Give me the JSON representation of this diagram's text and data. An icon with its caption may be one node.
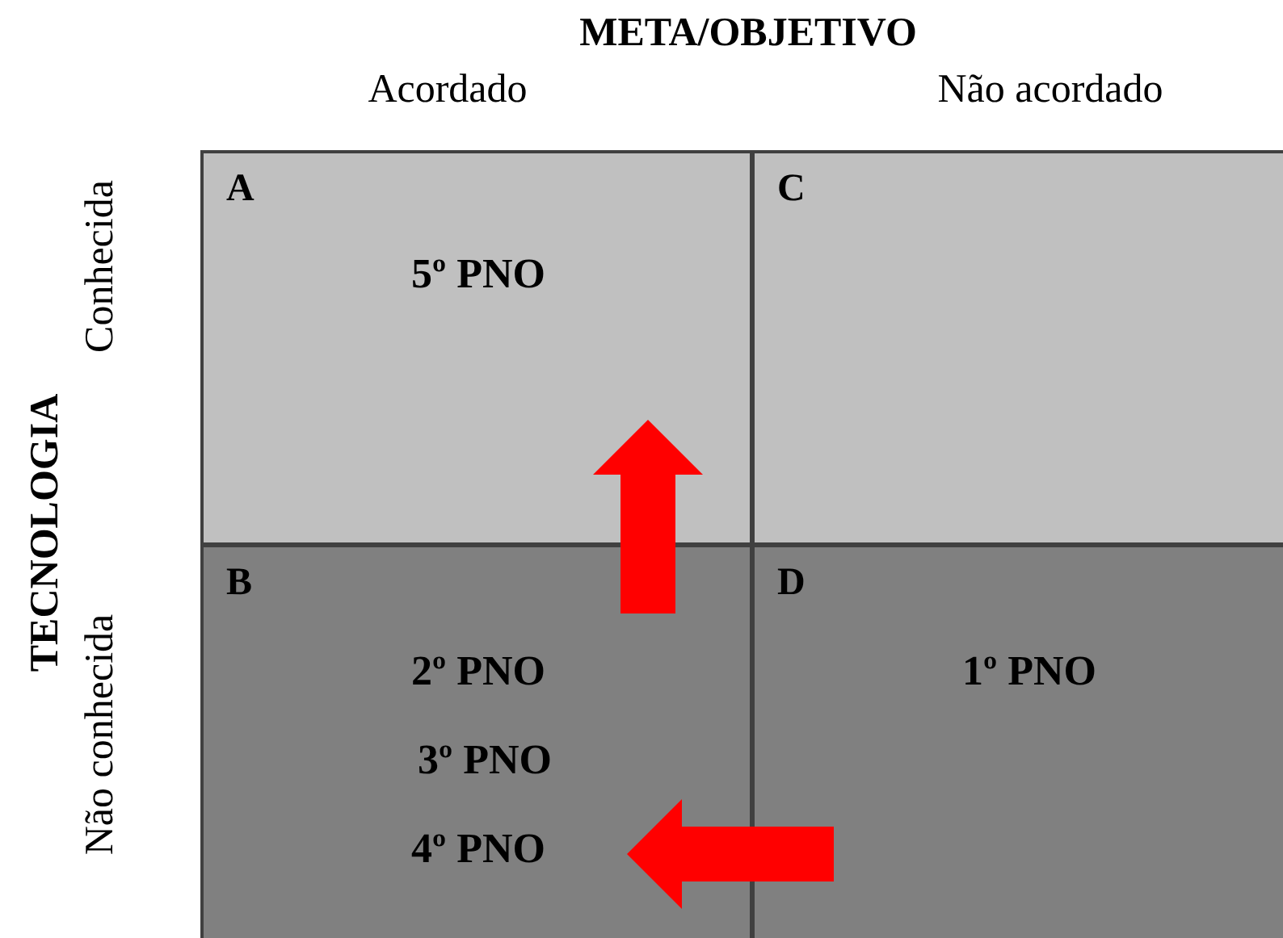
{
  "diagram": {
    "nodes": [
      {
        "text": [
          "A",
          "5º PNO"
        ]
      },
      {
        "text": [
          "C"
        ]
      },
      {
        "text": [
          "B",
          "2º PNO",
          "3º PNO",
          "4º PNO"
        ]
      },
      {
        "text": [
          "D",
          "1º PNO"
        ]
      }
    ],
    "edges": [
      {
        "from": 2,
        "to": 0,
        "arrow": "to",
        "style": "thick",
        "color": "#ff0000"
      },
      {
        "from": 3,
        "to": 2,
        "arrow": "to",
        "style": "thick",
        "color": "#ff0000"
      }
    ],
    "labels": [
      "META/OBJETIVO",
      "Acordado",
      "Não acordado",
      "TECNOLOGIA",
      "Conhecida",
      "Não conhecida"
    ]
  }
}
